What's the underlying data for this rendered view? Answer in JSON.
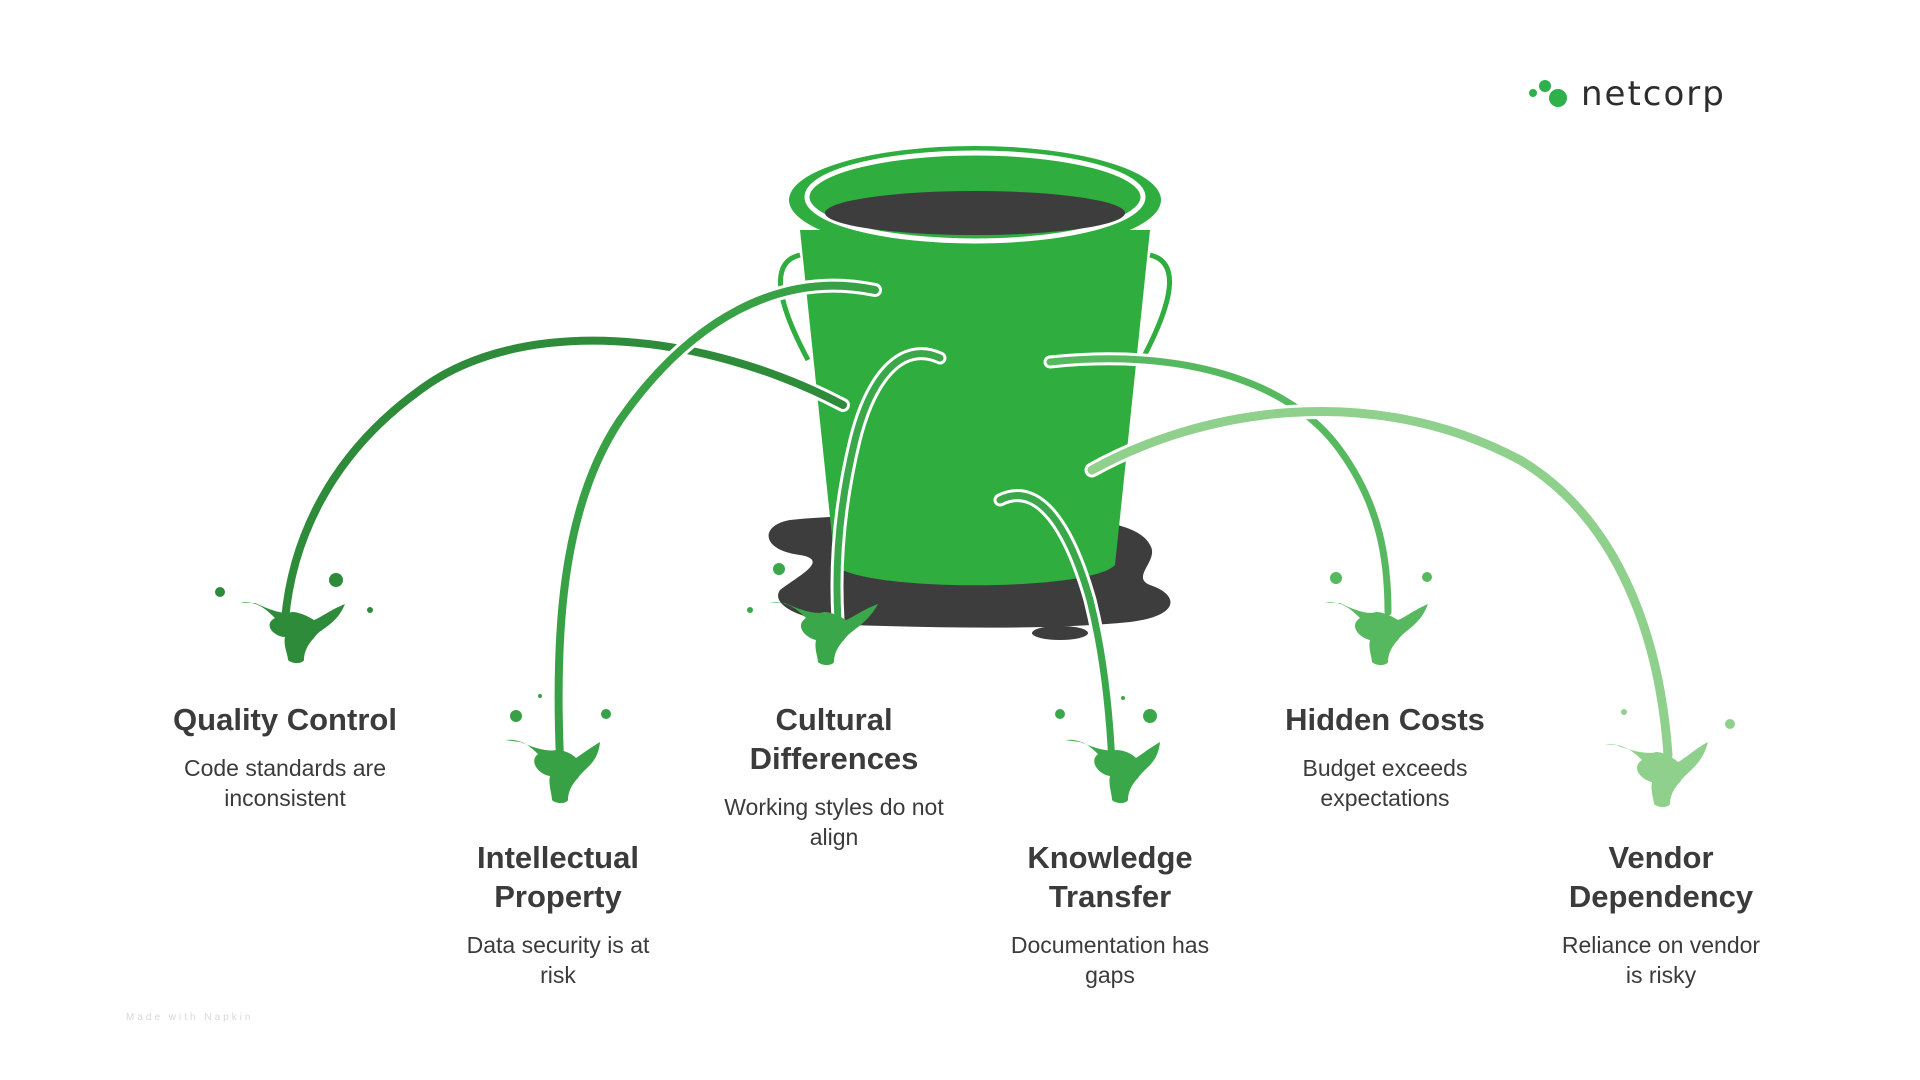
{
  "brand": {
    "name": "netcorp",
    "dot_color": "#2eb04a"
  },
  "colors": {
    "bucket": "#2fae3f",
    "bucket_rim": "#2fae3f",
    "bucket_inside": "#3d3d3d",
    "puddle": "#3d3d3d",
    "quality_control": "#2e8b3a",
    "intellectual_property": "#38a045",
    "cultural_differences": "#3aa84a",
    "knowledge_transfer": "#3aa84a",
    "hidden_costs": "#57b95f",
    "vendor_dependency": "#8fd08c"
  },
  "items": [
    {
      "id": "quality_control",
      "title_line1": "Quality Control",
      "title_line2": "",
      "desc": "Code standards are inconsistent"
    },
    {
      "id": "intellectual_property",
      "title_line1": "Intellectual",
      "title_line2": "Property",
      "desc": "Data security is at risk"
    },
    {
      "id": "cultural_differences",
      "title_line1": "Cultural",
      "title_line2": "Differences",
      "desc": "Working styles do not align"
    },
    {
      "id": "knowledge_transfer",
      "title_line1": "Knowledge",
      "title_line2": "Transfer",
      "desc": "Documentation has gaps"
    },
    {
      "id": "hidden_costs",
      "title_line1": "Hidden Costs",
      "title_line2": "",
      "desc": "Budget exceeds expectations"
    },
    {
      "id": "vendor_dependency",
      "title_line1": "Vendor",
      "title_line2": "Dependency",
      "desc": "Reliance on vendor is risky"
    }
  ],
  "footer": "Made with Napkin"
}
